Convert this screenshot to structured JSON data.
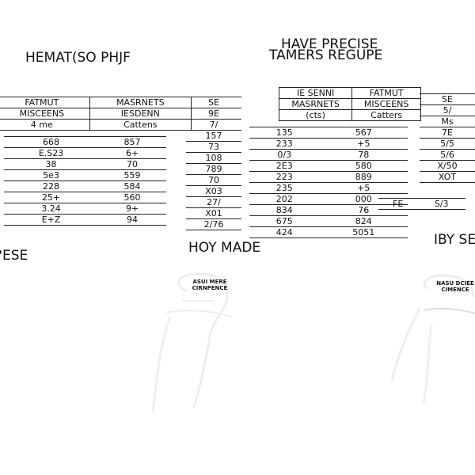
{
  "headings": {
    "left": "HEMAT(SO PHJF",
    "right": "HAVE PRECISE",
    "right_sub": "TAMERS REGUPE",
    "bottom_left": "?ESE",
    "bottom_center": "HOY MADE",
    "bottom_right": "IBY SE"
  },
  "table_left": {
    "headers": [
      [
        "FATMUT",
        "MASRNETS"
      ],
      [
        "MISCEENS",
        "IESDENN"
      ],
      [
        "4 me",
        "Cattens"
      ]
    ],
    "rows": [
      [
        "668",
        "857"
      ],
      [
        "E.S23",
        "6+"
      ],
      [
        "38",
        "70"
      ],
      [
        "5e3",
        "559"
      ],
      [
        "228",
        "584"
      ],
      [
        "25+",
        "560"
      ],
      [
        "3.24",
        "9+"
      ],
      [
        "E+Z",
        "94"
      ]
    ]
  },
  "table_right": {
    "headers": [
      [
        "IE SENNI",
        "FATMUT"
      ],
      [
        "MASRNETS",
        "MISCEENS"
      ],
      [
        "(cts)",
        "Catters"
      ]
    ],
    "rows": [
      [
        "135",
        "567"
      ],
      [
        "233",
        "+5"
      ],
      [
        "0/3",
        "78"
      ],
      [
        "2E3",
        "580"
      ],
      [
        "223",
        "889"
      ],
      [
        "235",
        "+5"
      ],
      [
        "202",
        "000"
      ],
      [
        "834",
        "76"
      ],
      [
        "675",
        "824"
      ],
      [
        "424",
        "5051"
      ]
    ]
  },
  "table_center_left": {
    "col": [
      "SE",
      "9E",
      "7/",
      "157",
      "73",
      "108",
      "789",
      "70",
      "X03",
      "27/",
      "X01",
      "2/76"
    ]
  },
  "table_far_right": {
    "col": [
      "SE",
      "5/",
      "Ms",
      "7E",
      "5/5",
      "5/6",
      "X/50",
      "XOT"
    ]
  },
  "table_far_right_b": {
    "col": [
      "FE",
      "S/3"
    ]
  },
  "sketches": {
    "center_label": "ASUI MERE CIRNPENCE",
    "right_label": "NASU DCIEE CIMENCE"
  }
}
